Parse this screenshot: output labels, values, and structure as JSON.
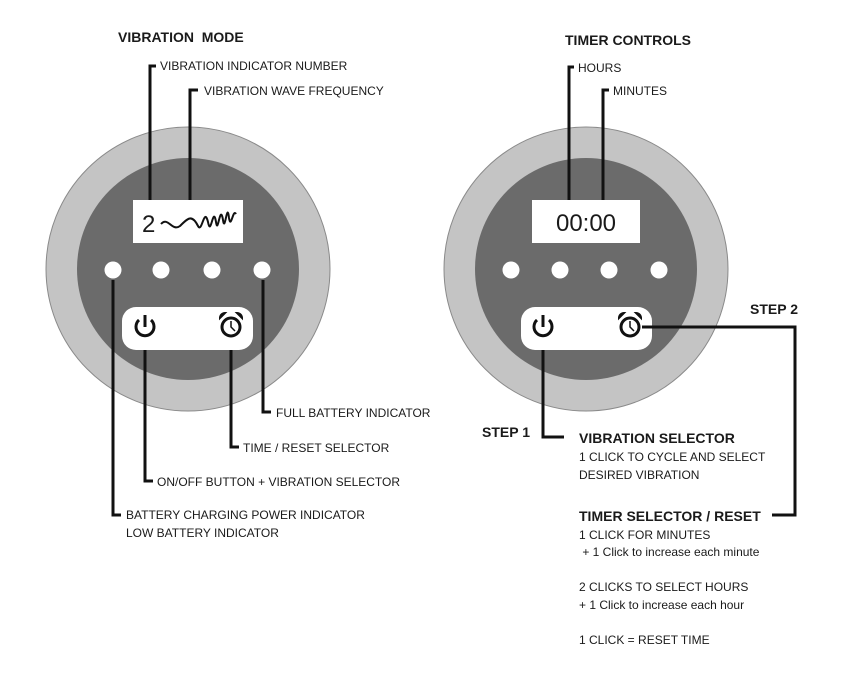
{
  "left": {
    "title": "VIBRATION  MODE",
    "display_number": "2",
    "labels": {
      "indicator_number": "VIBRATION INDICATOR NUMBER",
      "wave_frequency": "VIBRATION WAVE FREQUENCY",
      "full_battery": "FULL BATTERY INDICATOR",
      "time_reset": "TIME / RESET SELECTOR",
      "onoff": "ON/OFF BUTTON + VIBRATION SELECTOR",
      "battery_charging": "BATTERY CHARGING POWER INDICATOR",
      "low_battery": "LOW BATTERY INDICATOR"
    }
  },
  "right": {
    "title": "TIMER CONTROLS",
    "display_time": "00:00",
    "labels": {
      "hours": "HOURS",
      "minutes": "MINUTES"
    },
    "step1": "STEP 1",
    "step2": "STEP 2",
    "vibration_selector": {
      "title": "VIBRATION SELECTOR",
      "lines": [
        "1 CLICK TO CYCLE AND SELECT",
        "DESIRED VIBRATION"
      ]
    },
    "timer_selector": {
      "title": "TIMER SELECTOR / RESET",
      "lines": [
        "1 CLICK FOR MINUTES",
        " + 1 Click to increase each minute",
        "2 CLICKS TO SELECT HOURS",
        "+ 1 Click to increase each hour",
        "1 CLICK = RESET TIME"
      ]
    }
  },
  "colors": {
    "outer_ring": "#c4c4c4",
    "inner_disc": "#6b6b6b",
    "line": "#111111"
  }
}
